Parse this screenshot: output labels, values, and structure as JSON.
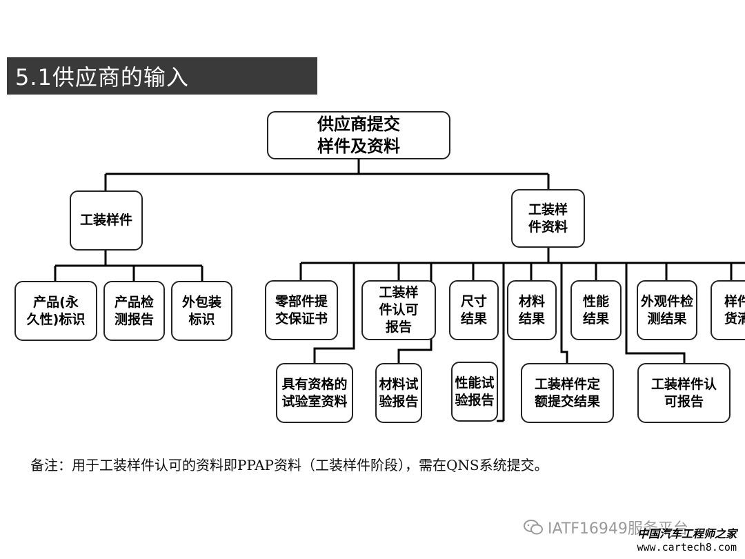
{
  "header": {
    "title": "5.1供应商的输入"
  },
  "diagram": {
    "root": "供应商提交\n样件及资料",
    "left": {
      "label": "工装样件",
      "children": [
        "产品(永\n久性)标识",
        "产品检\n测报告",
        "外包装\n标识"
      ]
    },
    "right": {
      "label": "工装样\n件资料",
      "row1": [
        "零部件提\n交保证书",
        "工装样\n件认可\n报告",
        "尺寸\n结果",
        "材料\n结果",
        "性能\n结果",
        "外观件检\n测结果",
        "样件\n货清"
      ],
      "row2": [
        "具有资格的\n试验室资料",
        "材料试\n验报告",
        "性能试\n验报告",
        "工装样件定\n额提交结果",
        "工装样件认\n可报告"
      ]
    }
  },
  "note": "备注：用于工装样件认可的资料即PPAP资料（工装样件阶段），需在QNS系统提交。",
  "watermark": {
    "text": "IATF16949服务平台"
  },
  "brand": {
    "name": "中国汽车工程师之家",
    "url": "www.cartech8.com"
  }
}
